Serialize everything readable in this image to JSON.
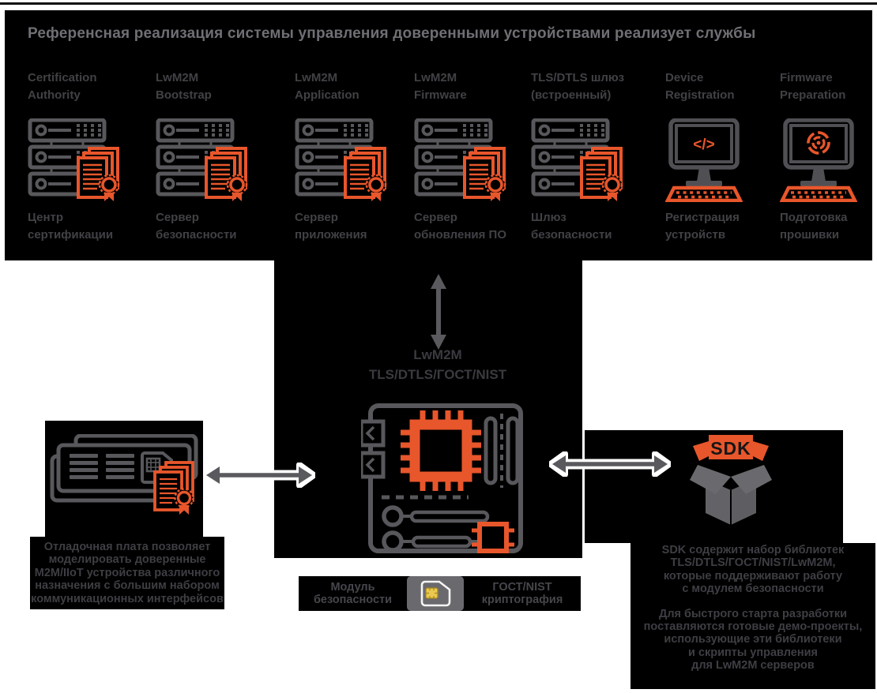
{
  "title": "Референсная реализация системы управления доверенными устройствами реализует службы",
  "services": [
    {
      "name_en": "Certification\nAuthority",
      "name_ru": "Центр\nсертификации",
      "icon": "server-certificate"
    },
    {
      "name_en": "LwM2M\nBootstrap",
      "name_ru": "Сервер\nбезопасности",
      "icon": "server-certificate"
    },
    {
      "name_en": "LwM2M\nApplication",
      "name_ru": "Сервер\nприложения",
      "icon": "server-certificate"
    },
    {
      "name_en": "LwM2M\nFirmware",
      "name_ru": "Сервер\nобновления ПО",
      "icon": "server-certificate"
    },
    {
      "name_en": "TLS/DTLS шлюз\n(встроенный)",
      "name_ru": "Шлюз\nбезопасности",
      "icon": "server-certificate"
    },
    {
      "name_en": "Device\nRegistration",
      "name_ru": "Регистрация\nустройств",
      "icon": "monitor-code"
    },
    {
      "name_en": "Firmware\nPreparation",
      "name_ru": "Подготовка\nпрошивки",
      "icon": "monitor-firmware"
    }
  ],
  "protocol_label": "LwM2M\nTLS/DTLS/ГОСТ/NIST",
  "device_note": "Отладочная плата позволяет\nмоделировать доверенные\nM2M/IIoT устройства различного\nназначения с большим набором\nкоммуникационных интерфейсов",
  "sdk": {
    "badge": "SDK",
    "note1": "SDK содержит набор библиотек\nTLS/DTLS/ГОСТ/NIST/LwM2M,\nкоторые поддерживают работу\nс модулем безопасности",
    "note2": "Для быстрого старта разработки\nпоставляются готовые демо-проекты,\nиспользующие эти библиотеки\nи скрипты управления\nдля LwM2M серверов"
  },
  "security_module_bar": {
    "left_label": "Модуль\nбезопасности",
    "right_label": "ГОСТ/NIST\nкриптография"
  },
  "icons": {
    "code_glyph": "</>"
  },
  "colors": {
    "accent_orange": "#E8562B",
    "panel_black": "#000000",
    "icon_gray": "#58585C",
    "title_gray": "#6F6F75",
    "label_gray": "#414146",
    "note_gray": "#3E3E44",
    "sim_gold": "#E9C94F"
  }
}
